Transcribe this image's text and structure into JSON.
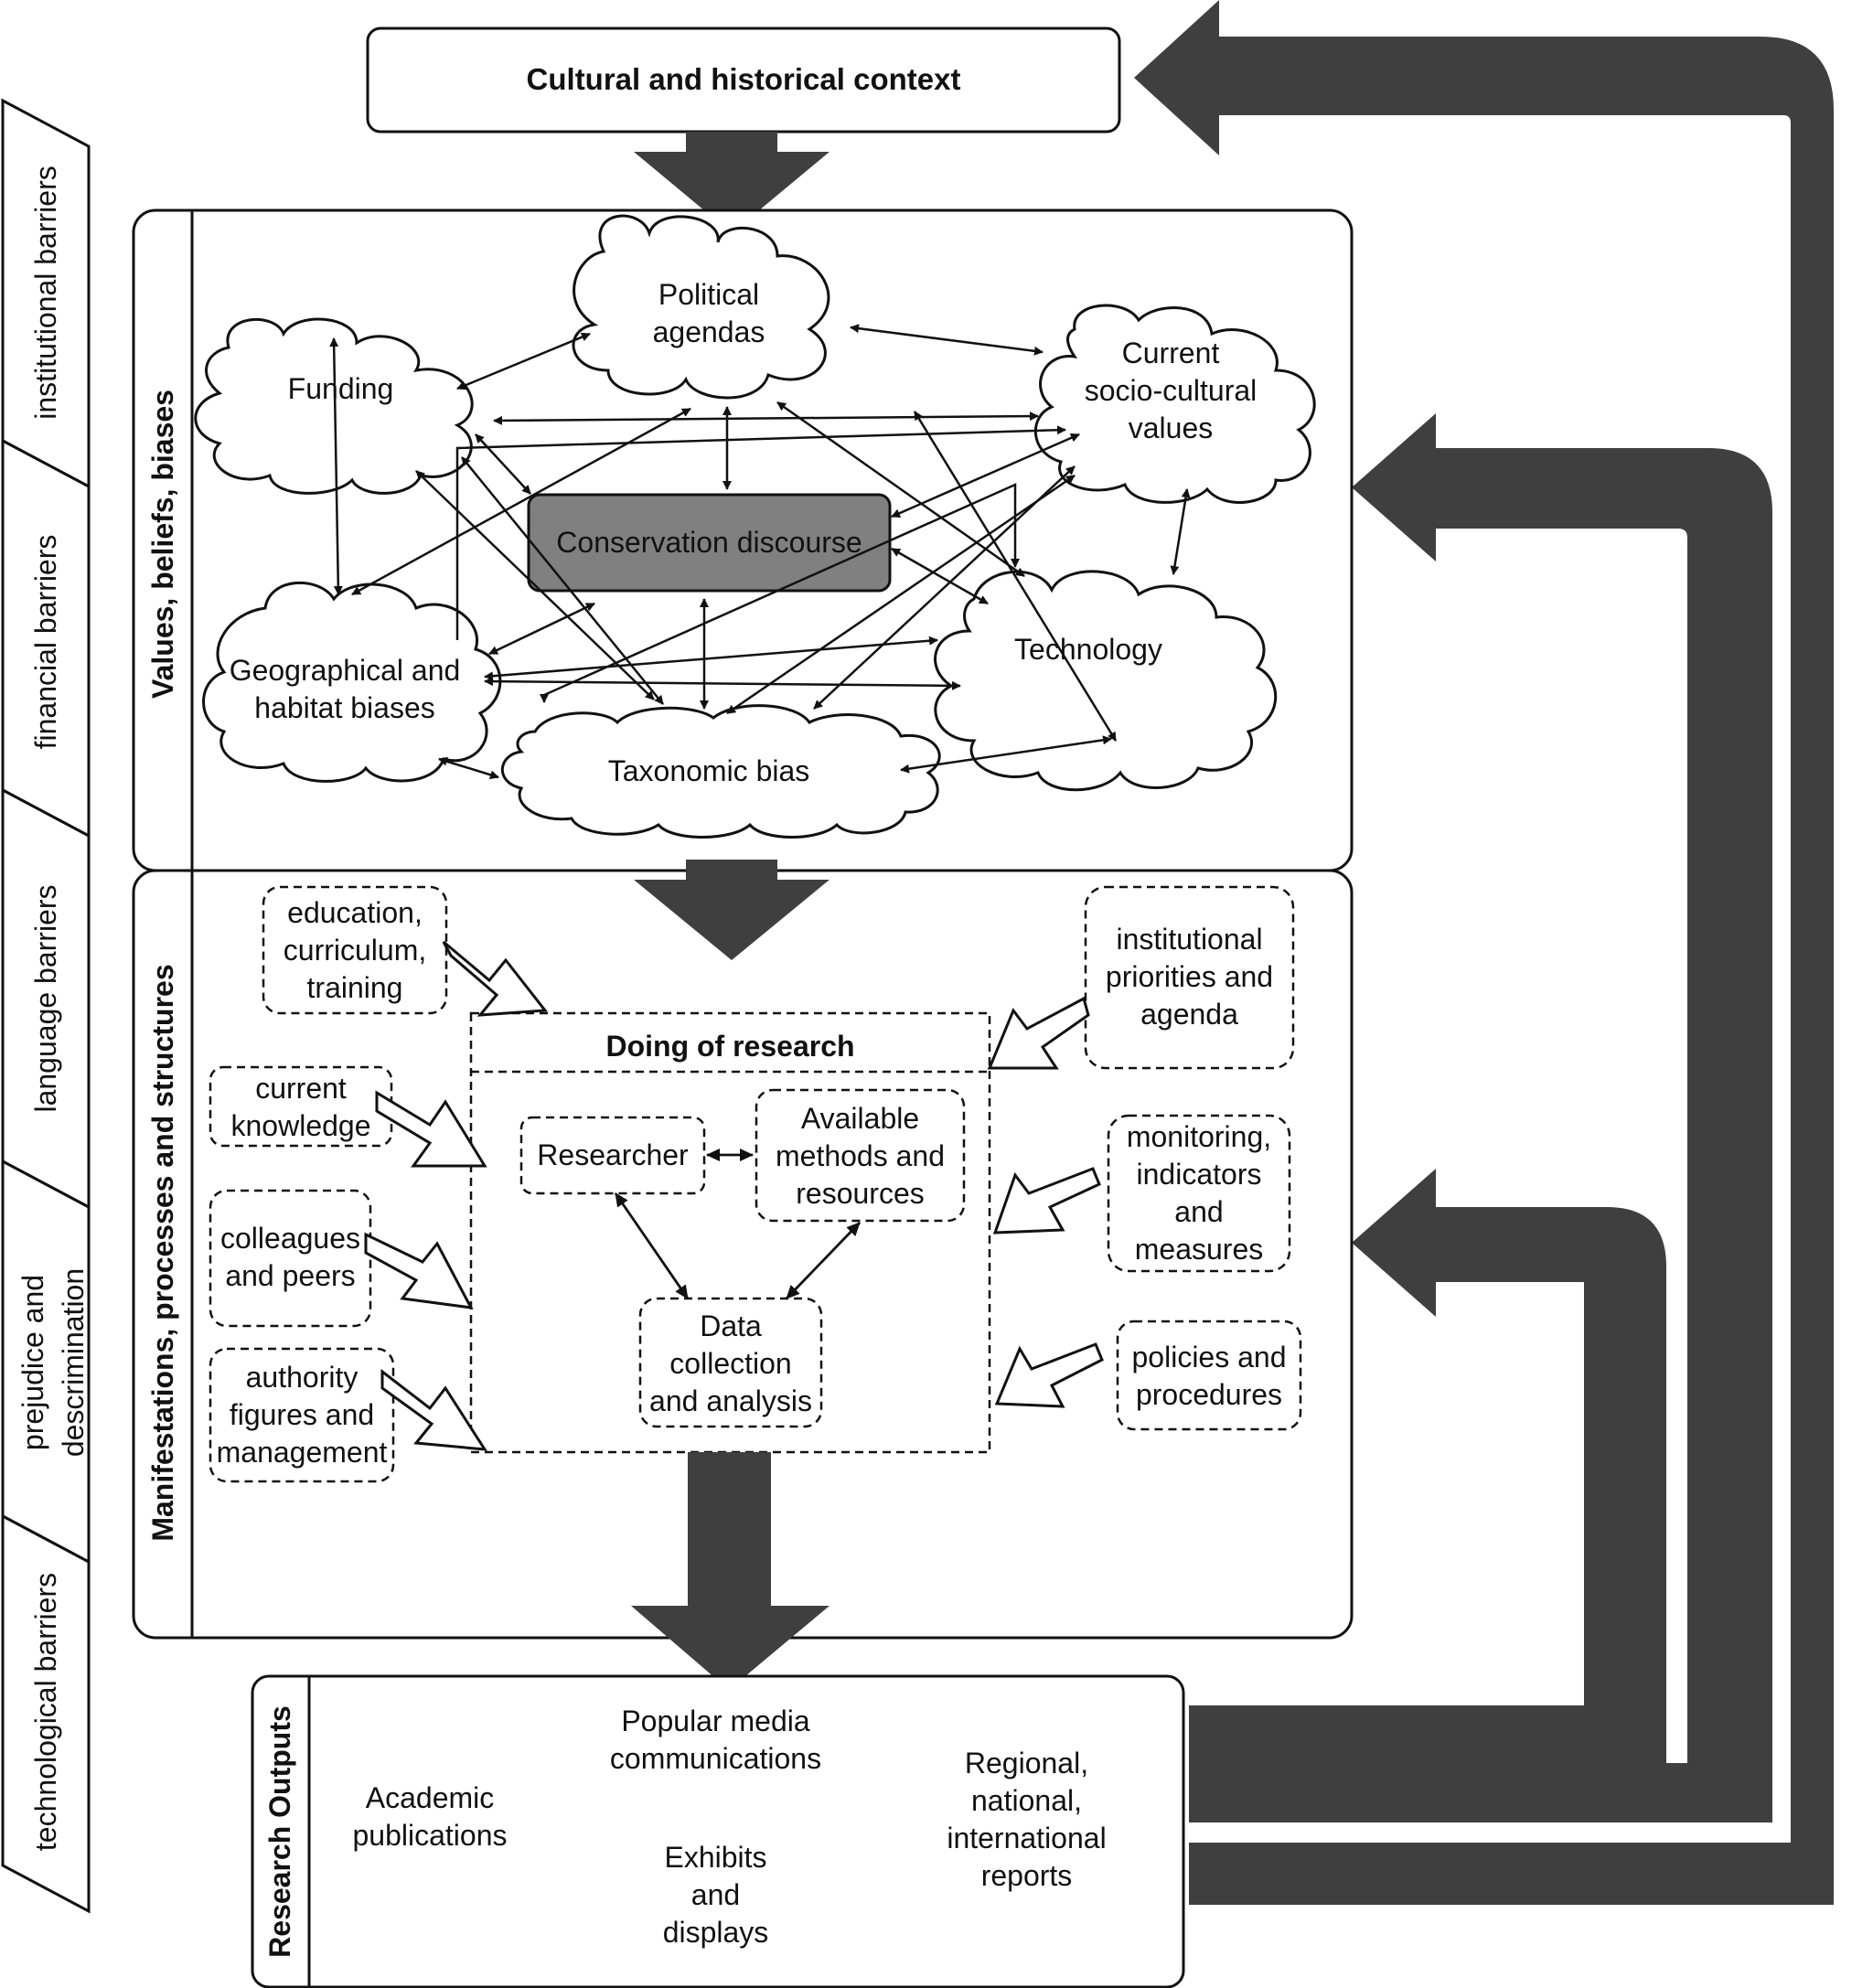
{
  "header": {
    "title": "Cultural and historical context"
  },
  "barriers": {
    "institutional": "institutional barriers",
    "financial": "financial barriers",
    "language": "language barriers",
    "prejudice": "prejudice and\ndescrimination",
    "technological": "technological barriers"
  },
  "values_section": {
    "title": "Values, beliefs, biases",
    "center": "Conservation discourse",
    "clouds": {
      "political": "Political\nagendas",
      "funding": "Funding",
      "current": "Current\nsocio-cultural\nvalues",
      "geographical": "Geographical and\nhabitat biases",
      "technology": "Technology",
      "taxonomic": "Taxonomic bias"
    }
  },
  "manifest_section": {
    "title": "Manifestations, processes and structures",
    "research_box": {
      "title": "Doing of research",
      "researcher": "Researcher",
      "methods": "Available\nmethods and\nresources",
      "data": "Data\ncollection\nand analysis"
    },
    "left_inputs": {
      "education": "education,\ncurriculum,\ntraining",
      "knowledge": "current\nknowledge",
      "colleagues": "colleagues\nand peers",
      "authority": "authority\nfigures and\nmanagement"
    },
    "right_inputs": {
      "institutional": "institutional\npriorities and\nagenda",
      "monitoring": "monitoring,\nindicators\nand\nmeasures",
      "policies": "policies and\nprocedures"
    }
  },
  "outputs": {
    "title": "Research Outputs",
    "academic": "Academic\npublications",
    "popular": "Popular media\ncommunications",
    "exhibits": "Exhibits\nand\ndisplays",
    "reports": "Regional,\nnational,\ninternational\nreports"
  },
  "colors": {
    "arrow_fill": "#3f3f3f",
    "center_fill": "#808080",
    "stroke": "#111111"
  }
}
